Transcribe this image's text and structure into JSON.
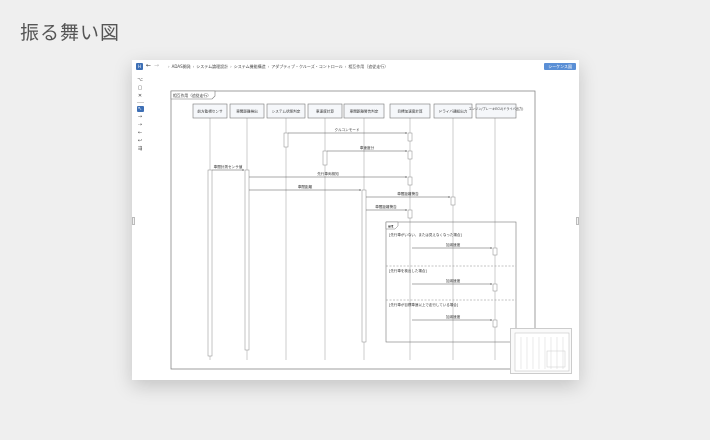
{
  "page": {
    "heading": "振る舞い図"
  },
  "topbar": {
    "logo": "H",
    "back_icon": "←",
    "forward_icon": "→",
    "breadcrumb": [
      "ADAS開発",
      "システム論理設計",
      "システム機能構造",
      "アダプティブ・クルーズ・コントロール",
      "相互作用（追従走行）"
    ],
    "right_button": "シーケンス図"
  },
  "toolbar": {
    "tools": [
      "⌥",
      "▢",
      "✕",
      "↖",
      "→",
      "⇢",
      "←",
      "↩",
      "⇶"
    ]
  },
  "diagram": {
    "frame_label": "相互作用（追従走行）",
    "lifelines": [
      "前方監視センサ",
      "車間距離検出",
      "システム状態判定",
      "車速度計算",
      "車間距離警告判定",
      "目標加速度計算",
      "ドライバ通知出力",
      "エンジン/ブレーキECU(ドライバ出力)"
    ],
    "messages": [
      "クルコンモード",
      "車速度分",
      "車間計測センサ値",
      "先行車両検知",
      "車間距離",
      "車間距離警告",
      "車間距離警告",
      "加減速度",
      "加減速度",
      "加減速度"
    ],
    "fragment": {
      "operator": "alt",
      "guards": [
        "[先行車がいない、または見えなくなった場合]",
        "[先行車を検出した場合]",
        "[先行車が目標車速以上で走行している場合]"
      ]
    }
  }
}
